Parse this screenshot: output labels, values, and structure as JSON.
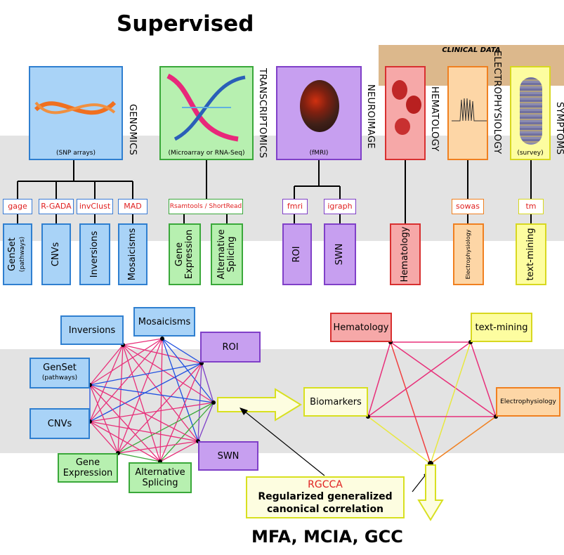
{
  "title": "Supervised",
  "clinical_header": "CLINICAL DATA",
  "panels": [
    {
      "caption": "(SNP arrays)",
      "side_label": "GENOMICS"
    },
    {
      "caption": "(Microarray or RNA-Seq)",
      "side_label": "TRANSCRIPTOMICS"
    },
    {
      "caption": "(fMRI)",
      "side_label": "NEUROIMAGE"
    },
    {
      "caption": "",
      "side_label": "HEMATOLOGY"
    },
    {
      "caption": "",
      "side_label": "ELECTROPHYSIOLOGY"
    },
    {
      "caption": "(survey)",
      "side_label": "SYMPTOMS"
    }
  ],
  "tools": [
    "gage",
    "R-GADA",
    "invClust",
    "MAD",
    "Rsamtools / ShortRead",
    "fmri",
    "igraph",
    "sowas",
    "tm"
  ],
  "outputs": [
    {
      "label": "GenSet",
      "sub": "(pathways)"
    },
    {
      "label": "CNVs",
      "sub": ""
    },
    {
      "label": "Inversions",
      "sub": ""
    },
    {
      "label": "Mosaicisms",
      "sub": ""
    },
    {
      "label": "Gene\nExpression",
      "sub": ""
    },
    {
      "label": "Alternative\nSplicing",
      "sub": ""
    },
    {
      "label": "ROI",
      "sub": ""
    },
    {
      "label": "SWN",
      "sub": ""
    },
    {
      "label": "Hematology",
      "sub": ""
    },
    {
      "label": "Electrophysiology",
      "sub": ""
    },
    {
      "label": "text-mining",
      "sub": ""
    }
  ],
  "network_left": [
    {
      "label": "Inversions",
      "sub": ""
    },
    {
      "label": "Mosaicisms",
      "sub": ""
    },
    {
      "label": "ROI",
      "sub": ""
    },
    {
      "label": "GenSet",
      "sub": "(pathways)"
    },
    {
      "label": "CNVs",
      "sub": ""
    },
    {
      "label": "Gene\nExpression",
      "sub": ""
    },
    {
      "label": "Alternative\nSplicing",
      "sub": ""
    },
    {
      "label": "SWN",
      "sub": ""
    }
  ],
  "biomarkers": "Biomarkers",
  "network_right": [
    "Hematology",
    "text-mining",
    "Electrophysiology"
  ],
  "rgcca": {
    "acronym": "RGCCA",
    "line1": "Regularized generalized",
    "line2": "canonical correlation"
  },
  "methods": "MFA, MCIA, GCC",
  "colors": {
    "genomics": "#a9d3f7",
    "transcriptomics": "#b7f0b0",
    "neuroimage": "#c79ff0",
    "hematology": "#f6a8a8",
    "electrophysiology": "#fdd6a6",
    "symptoms": "#fdfda0",
    "clinical": "#dcb88c",
    "band": "#e3e3e3"
  }
}
